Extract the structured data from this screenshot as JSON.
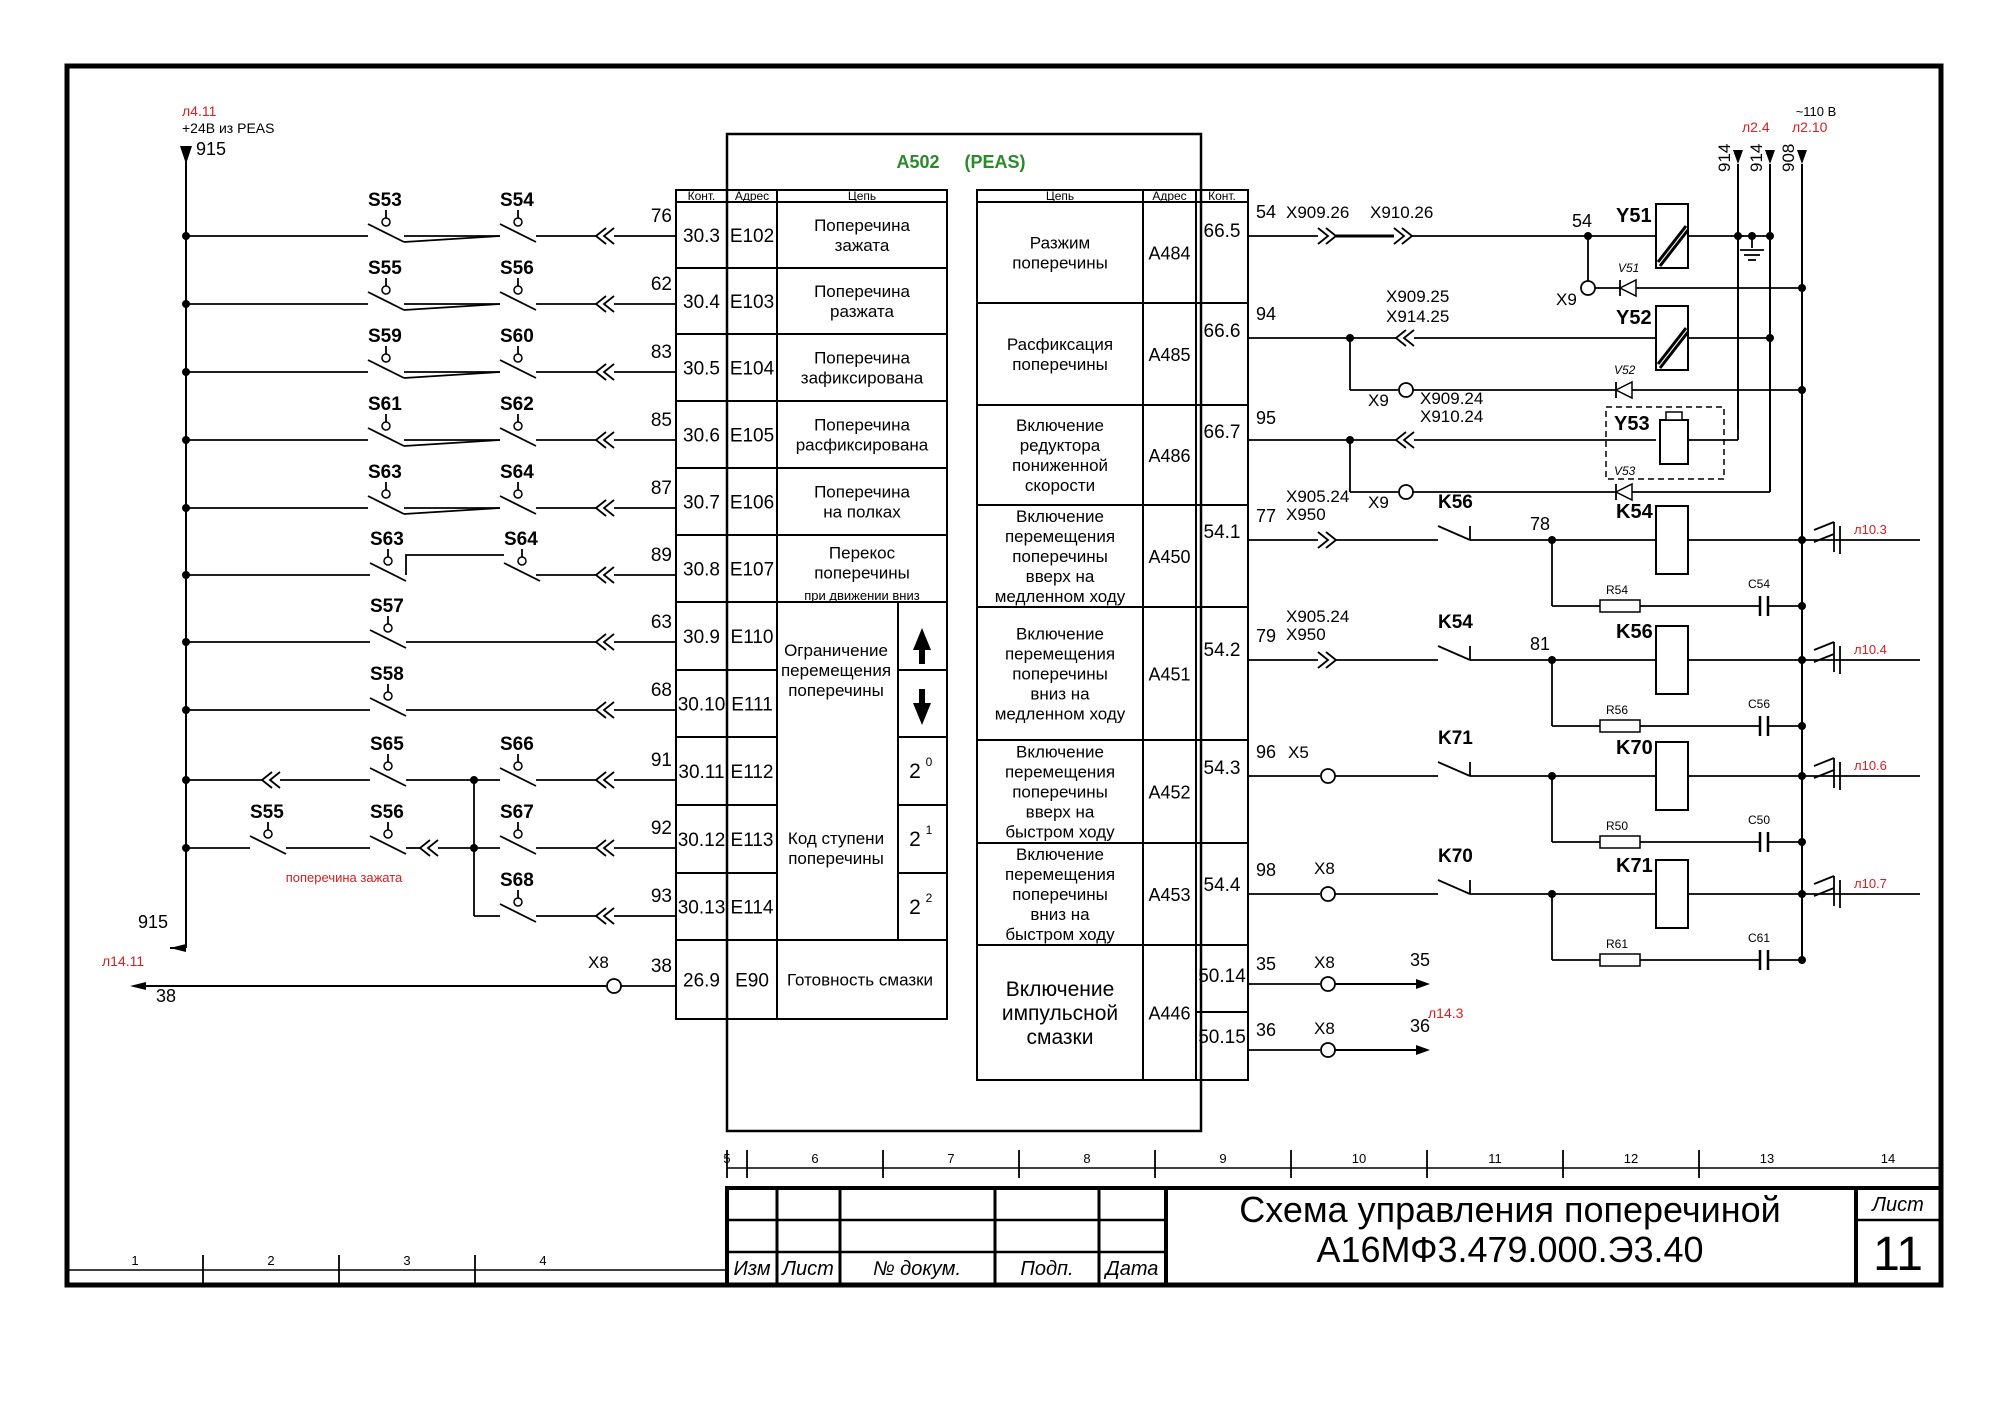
{
  "title_block": {
    "title_line1": "Схема управления поперечиной",
    "title_line2": "А16МФ3.479.000.Э3.40",
    "sheet_label": "Лист",
    "sheet_number": "11",
    "headers": [
      "Изм",
      "Лист",
      "№ докум.",
      "Подп.",
      "Дата"
    ]
  },
  "zones_bottom": [
    "1",
    "2",
    "3",
    "4"
  ],
  "zones_top": [
    "5",
    "6",
    "7",
    "8",
    "9",
    "10",
    "11",
    "12",
    "13",
    "14"
  ],
  "supply": {
    "ref": "л4.11",
    "label": "+24В из PEAS",
    "wire": "915",
    "bottom_wire": "915",
    "bottom_ref": "л14.11",
    "line38": "38"
  },
  "switch_rows": [
    {
      "a": "S53",
      "b": "S54",
      "wire": "76"
    },
    {
      "a": "S55",
      "b": "S56",
      "wire": "62"
    },
    {
      "a": "S59",
      "b": "S60",
      "wire": "83"
    },
    {
      "a": "S61",
      "b": "S62",
      "wire": "85"
    },
    {
      "a": "S63",
      "b": "S64",
      "wire": "87"
    },
    {
      "a": "S63",
      "b": "S64",
      "wire": "89"
    },
    {
      "a": "S57",
      "b": "",
      "wire": "63"
    },
    {
      "a": "S58",
      "b": "",
      "wire": "68"
    },
    {
      "a": "S65",
      "b": "S66",
      "wire": "91"
    },
    {
      "a": "S55",
      "b": "S56",
      "wire": "92",
      "c": "S67"
    },
    {
      "a": "",
      "b": "",
      "wire": "93",
      "c": "S68"
    }
  ],
  "zhata_note": "поперечина зажата",
  "x8_left": "X8",
  "wire38": "38",
  "module": {
    "name": "A502",
    "sub": "(PEAS)"
  },
  "inputs_header": {
    "kont": "Конт.",
    "adres": "Адрес",
    "cep": "Цепь"
  },
  "inputs": [
    {
      "kont": "30.3",
      "adres": "E102",
      "cep": "Поперечина\nзажата"
    },
    {
      "kont": "30.4",
      "adres": "E103",
      "cep": "Поперечина\nразжата"
    },
    {
      "kont": "30.5",
      "adres": "E104",
      "cep": "Поперечина\nзафиксирована"
    },
    {
      "kont": "30.6",
      "adres": "E105",
      "cep": "Поперечина\nрасфиксирована"
    },
    {
      "kont": "30.7",
      "adres": "E106",
      "cep": "Поперечина\nна полках"
    },
    {
      "kont": "30.8",
      "adres": "E107",
      "cep": "Перекос\nпоперечины"
    },
    {
      "kont": "30.9",
      "adres": "E110",
      "cep": ""
    },
    {
      "kont": "30.10",
      "adres": "E111",
      "cep": ""
    },
    {
      "kont": "30.11",
      "adres": "E112",
      "cep": ""
    },
    {
      "kont": "30.12",
      "adres": "E113",
      "cep": ""
    },
    {
      "kont": "30.13",
      "adres": "E114",
      "cep": ""
    },
    {
      "kont": "26.9",
      "adres": "E90",
      "cep": "Готовность смазки"
    }
  ],
  "inputs_extra": {
    "skew_note": "при движении вниз",
    "limit": "Ограничение\nперемещения\nпоперечины",
    "code": "Код ступени\nпоперечины",
    "pow": [
      "2",
      "2",
      "2"
    ],
    "exp": [
      "0",
      "1",
      "2"
    ]
  },
  "outputs_header": {
    "cep": "Цепь",
    "adres": "Адрес",
    "kont": "Конт."
  },
  "outputs": [
    {
      "cep": "Разжим\nпоперечины",
      "adres": "A484",
      "kont": "66.5"
    },
    {
      "cep": "Расфиксация\nпоперечины",
      "adres": "A485",
      "kont": "66.6"
    },
    {
      "cep": "Включение\nредуктора\nпониженной\nскорости",
      "adres": "A486",
      "kont": "66.7"
    },
    {
      "cep": "Включение\nперемещения\nпоперечины\nвверх на\nмедленном ходу",
      "adres": "A450",
      "kont": "54.1"
    },
    {
      "cep": "Включение\nперемещения\nпоперечины\nвниз на\nмедленном ходу",
      "adres": "A451",
      "kont": "54.2"
    },
    {
      "cep": "Включение\nперемещения\nпоперечины\nвверх на\nбыстром ходу",
      "adres": "A452",
      "kont": "54.3"
    },
    {
      "cep": "Включение\nперемещения\nпоперечины\nвниз на\nбыстром ходу",
      "adres": "A453",
      "kont": "54.4"
    },
    {
      "cep": "Включение\nимпульсной\nсмазки",
      "adres": "A446",
      "kont": "50.14"
    }
  ],
  "output_extra_kont": "50.15",
  "right": {
    "power_refs": {
      "ac": "~110 В",
      "l24": "л2.4",
      "l210": "л2.10"
    },
    "vert_wires": [
      "914",
      "914",
      "908"
    ],
    "w54": "54",
    "x909_26": "X909.26",
    "x910_26": "X910.26",
    "y51": "Y51",
    "v51": "V51",
    "x9": "X9",
    "w94": "94",
    "x909_25": "X909.25",
    "x914_25": "X914.25",
    "y52": "Y52",
    "v52": "V52",
    "w95": "95",
    "x909_24": "X909.24",
    "x910_24": "X910.24",
    "y53": "Y53",
    "v53": "V53",
    "w77": "77",
    "x905_24": "X905.24",
    "x950": "X950",
    "k56": "K56",
    "w78": "78",
    "k54": "K54",
    "r54": "R54",
    "c54": "C54",
    "l103": "л10.3",
    "w79": "79",
    "w81": "81",
    "r56": "R56",
    "c56": "C56",
    "l104": "л10.4",
    "w96": "96",
    "x5": "X5",
    "k71": "K71",
    "k70": "K70",
    "r50": "R50",
    "c50": "C50",
    "l106": "л10.6",
    "w98": "98",
    "x8": "X8",
    "r61": "R61",
    "c61": "C61",
    "l107": "л10.7",
    "w35": "35",
    "w36": "36",
    "l143": "л14.3"
  },
  "colors": {
    "ref": "#d42020",
    "module": "#2a8a2a",
    "line": "#000000"
  }
}
